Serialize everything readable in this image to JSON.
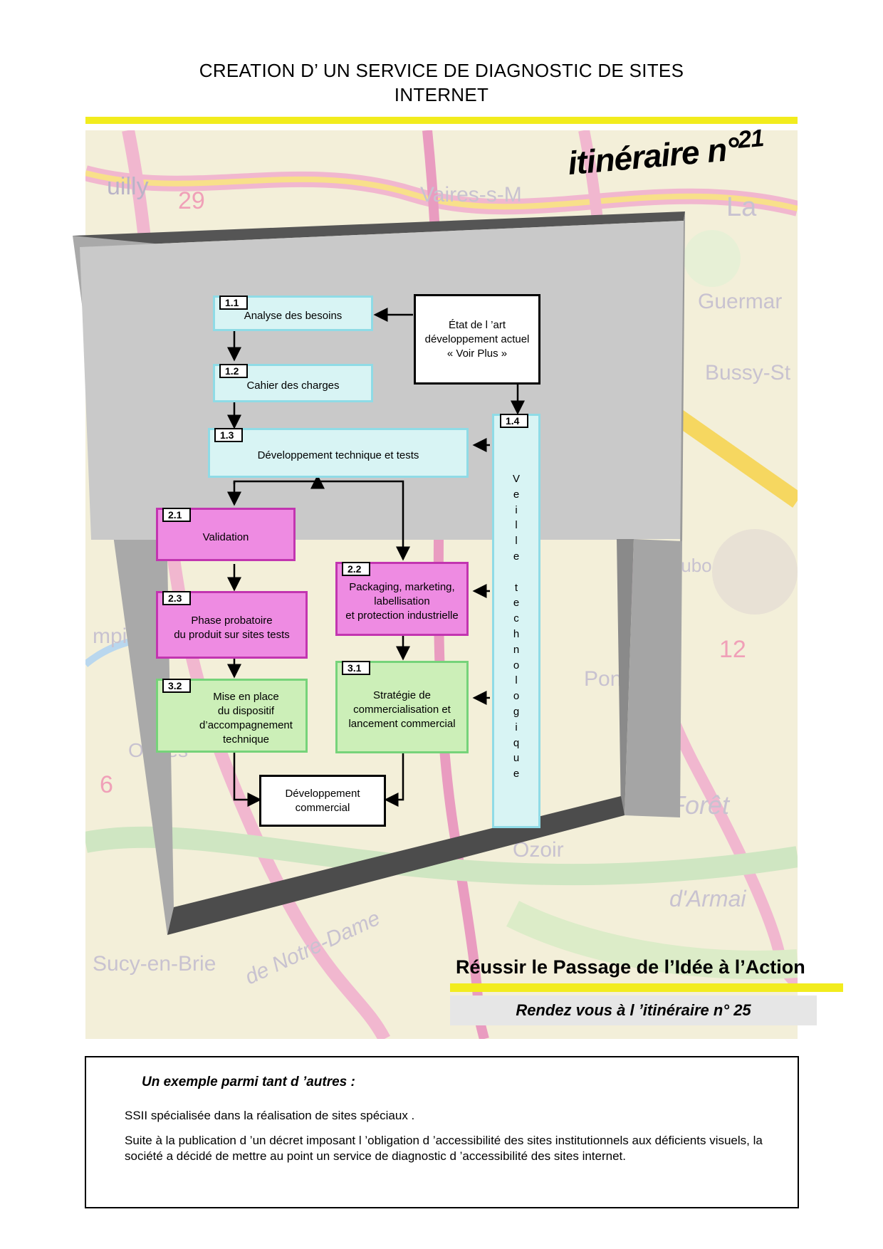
{
  "header": {
    "title_line1": "CREATION D’ UN SERVICE DE DIAGNOSTIC DE SITES",
    "title_line2": "INTERNET"
  },
  "itinerary": {
    "label": "itinéraire n°",
    "number": "21"
  },
  "steps": {
    "s11": {
      "num": "1.1",
      "label": "Analyse des besoins"
    },
    "s12": {
      "num": "1.2",
      "label": "Cahier des charges"
    },
    "s13": {
      "num": "1.3",
      "label": "Développement technique et tests"
    },
    "s14": {
      "num": "1.4",
      "label": "V\ne\ni\nl\nl\ne\n\nt\ne\nc\nh\nn\no\nl\no\ng\ni\nq\nu\ne"
    },
    "etat": {
      "label": "État de l ’art\ndéveloppement actuel\n« Voir Plus »"
    },
    "s21": {
      "num": "2.1",
      "label": "Validation"
    },
    "s22": {
      "num": "2.2",
      "label": "Packaging, marketing,\nlabellisation\net protection industrielle"
    },
    "s23": {
      "num": "2.3",
      "label": "Phase probatoire\ndu produit sur sites tests"
    },
    "s31": {
      "num": "3.1",
      "label": "Stratégie de\ncommercialisation et\nlancement commercial"
    },
    "s32": {
      "num": "3.2",
      "label": "Mise en place\ndu dispositif\nd’accompagnement\ntechnique"
    },
    "dev": {
      "label": "Développement\ncommercial"
    }
  },
  "footer": {
    "reussir": "Réussir le Passage de l’Idée à l’Action",
    "rendez": "Rendez vous à l ’itinéraire  n° 25"
  },
  "example": {
    "title": "Un exemple parmi tant d ’autres :",
    "p1": "SSII  spécialisée dans la réalisation de sites spéciaux .",
    "p2": "Suite à la publication d ’un décret imposant l ’obligation d ’accessibilité des sites institutionnels aux déficients visuels, la société a décidé de mettre au point un service de diagnostic d ’accessibilité des sites internet."
  },
  "colors": {
    "yellow": "#f2ec1e",
    "cyan": "#d8f4f4",
    "pink": "#ee8be2",
    "green": "#ccefb8",
    "frame_gray": "#c9c9c9",
    "frame_dark": "#5a5a5a"
  }
}
